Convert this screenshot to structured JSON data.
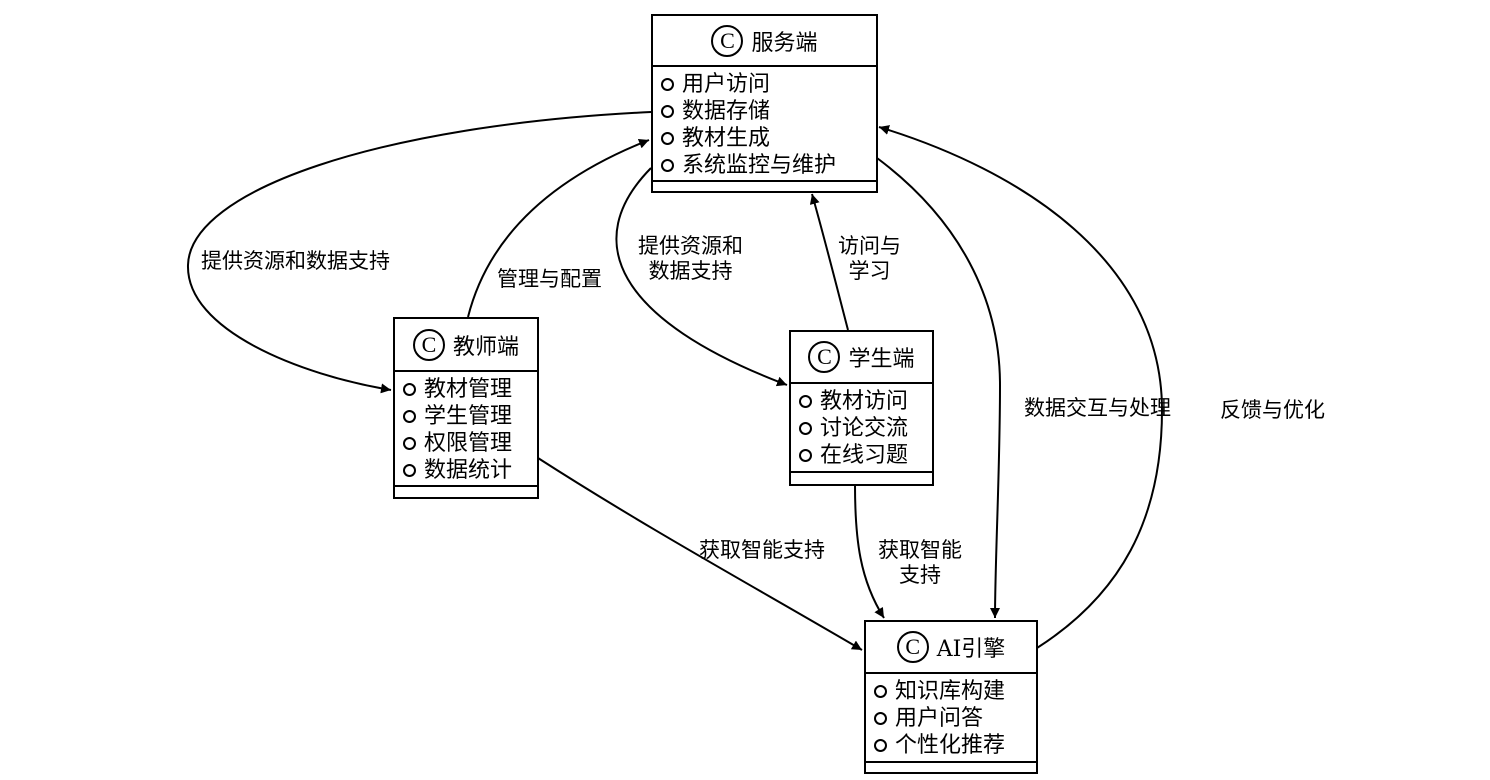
{
  "classes": {
    "server": {
      "stereotype": "C",
      "title": "服务端",
      "items": [
        "用户访问",
        "数据存储",
        "教材生成",
        "系统监控与维护"
      ]
    },
    "teacher": {
      "stereotype": "C",
      "title": "教师端",
      "items": [
        "教材管理",
        "学生管理",
        "权限管理",
        "数据统计"
      ]
    },
    "student": {
      "stereotype": "C",
      "title": "学生端",
      "items": [
        "教材访问",
        "讨论交流",
        "在线习题"
      ]
    },
    "ai": {
      "stereotype": "C",
      "title": "AI引擎",
      "items": [
        "知识库构建",
        "用户问答",
        "个性化推荐"
      ]
    }
  },
  "edges": [
    {
      "from": "服务端",
      "to": "教师端",
      "label": [
        "提供资源和数据支持"
      ]
    },
    {
      "from": "教师端",
      "to": "服务端",
      "label": [
        "管理与配置"
      ]
    },
    {
      "from": "服务端",
      "to": "学生端",
      "label": [
        "提供资源和",
        "数据支持"
      ]
    },
    {
      "from": "学生端",
      "to": "服务端",
      "label": [
        "访问与",
        "学习"
      ]
    },
    {
      "from": "服务端",
      "to": "AI引擎",
      "label": [
        "数据交互与处理"
      ]
    },
    {
      "from": "AI引擎",
      "to": "服务端",
      "label": [
        "反馈与优化"
      ]
    },
    {
      "from": "教师端",
      "to": "AI引擎",
      "label": [
        "获取智能支持"
      ]
    },
    {
      "from": "学生端",
      "to": "AI引擎",
      "label": [
        "获取智能",
        "支持"
      ]
    }
  ]
}
